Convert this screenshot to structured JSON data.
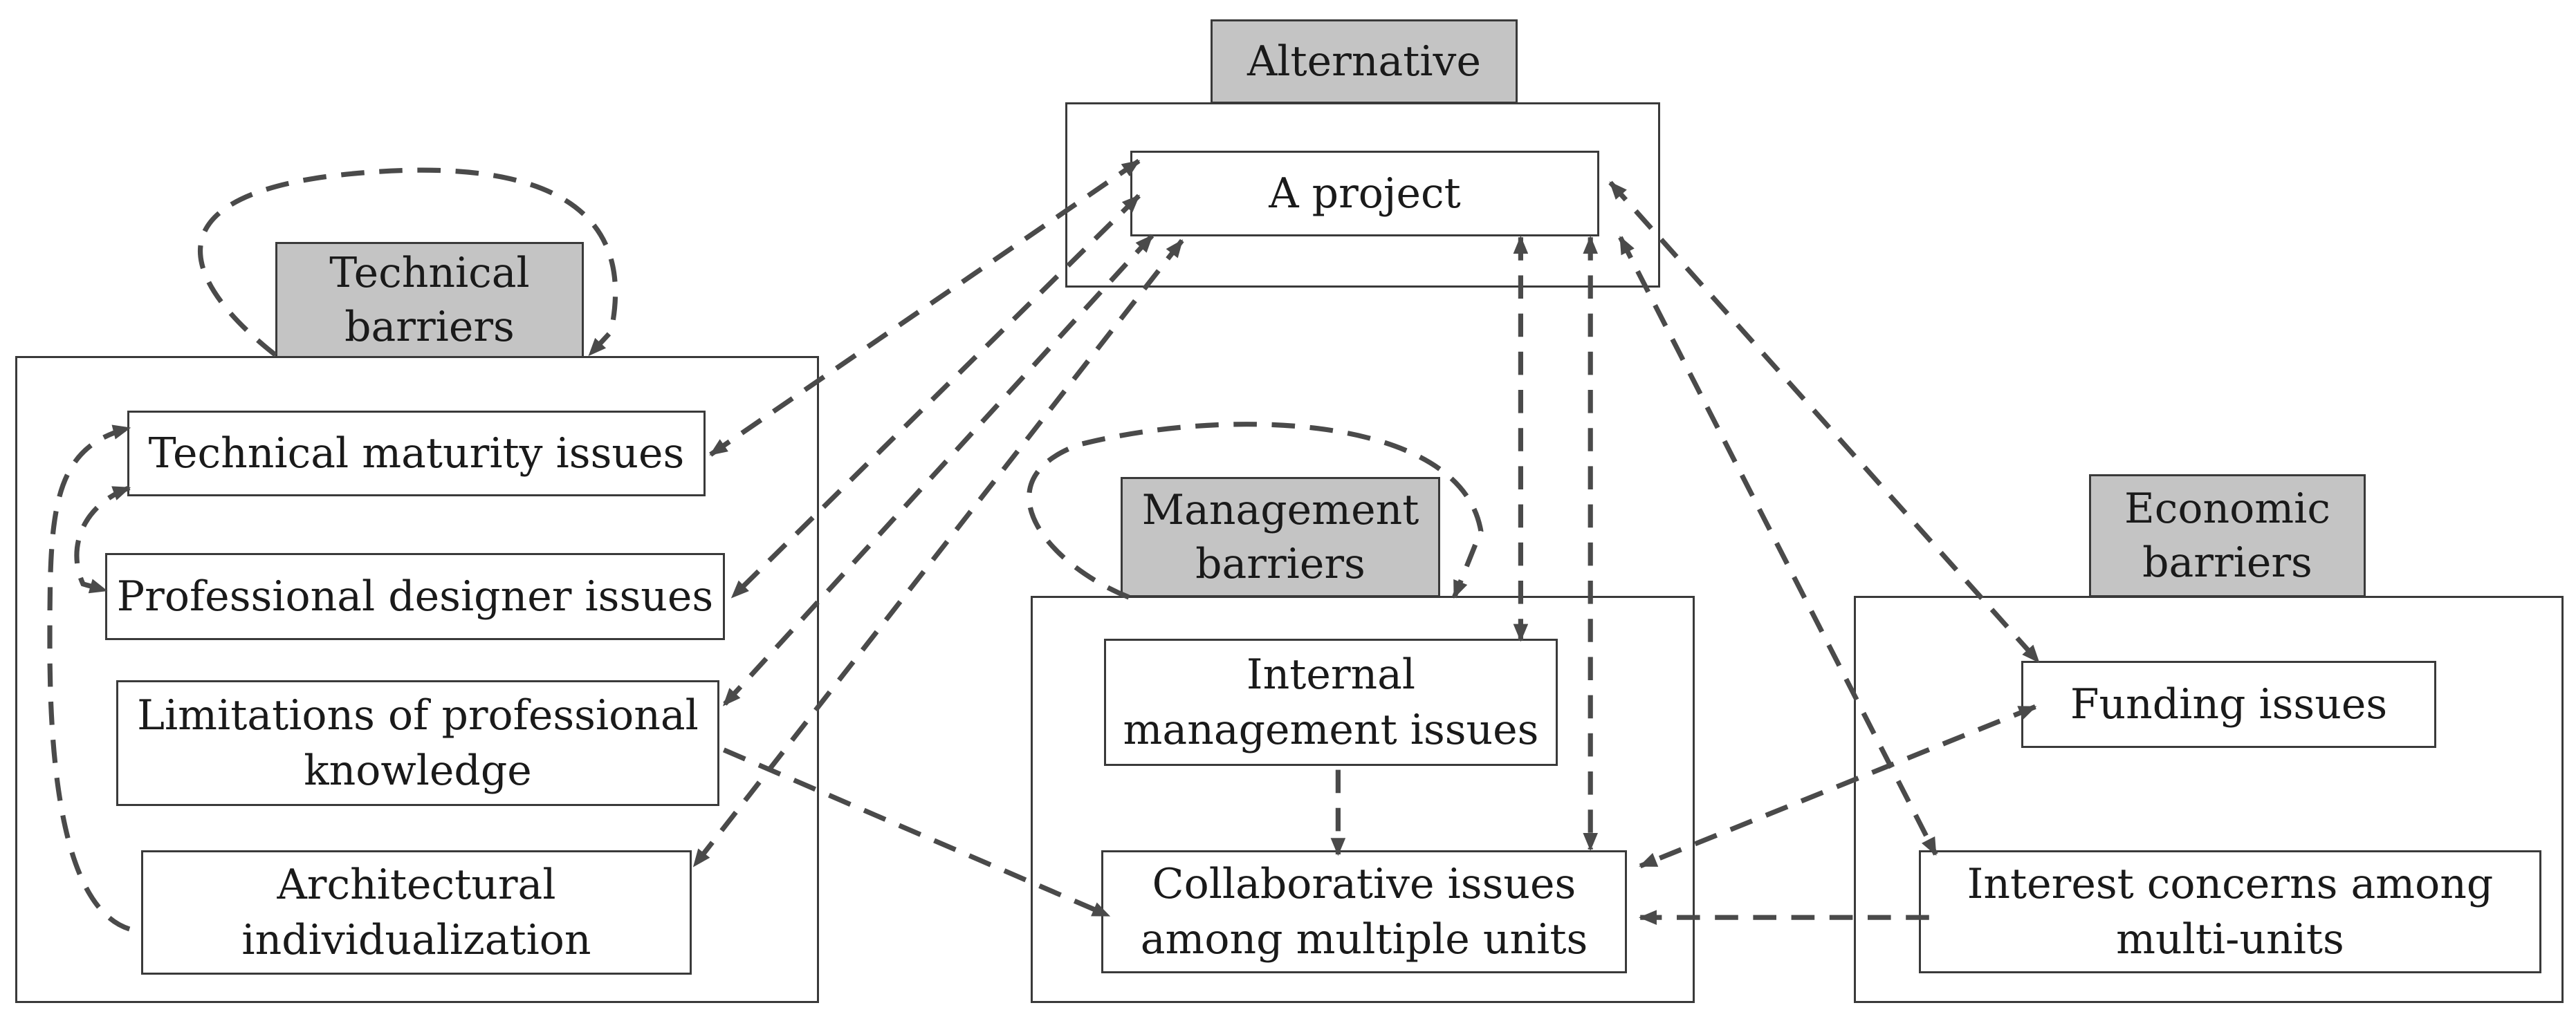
{
  "groups": {
    "alternative": {
      "title": "Alternative",
      "nodes": [
        "A project"
      ]
    },
    "technical": {
      "title": "Technical\nbarriers",
      "nodes": [
        "Technical maturity issues",
        "Professional designer issues",
        "Limitations of professional\nknowledge",
        "Architectural\nindividualization"
      ]
    },
    "management": {
      "title": "Management\nbarriers",
      "nodes": [
        "Internal\nmanagement issues",
        "Collaborative issues\namong multiple units"
      ]
    },
    "economic": {
      "title": "Economic\nbarriers",
      "nodes": [
        "Funding issues",
        "Interest concerns among\nmulti-units"
      ]
    }
  },
  "style": {
    "tab_fill": "#c4c4c4",
    "line_color": "#4a4a4a",
    "border_color": "#3a3a3a"
  }
}
